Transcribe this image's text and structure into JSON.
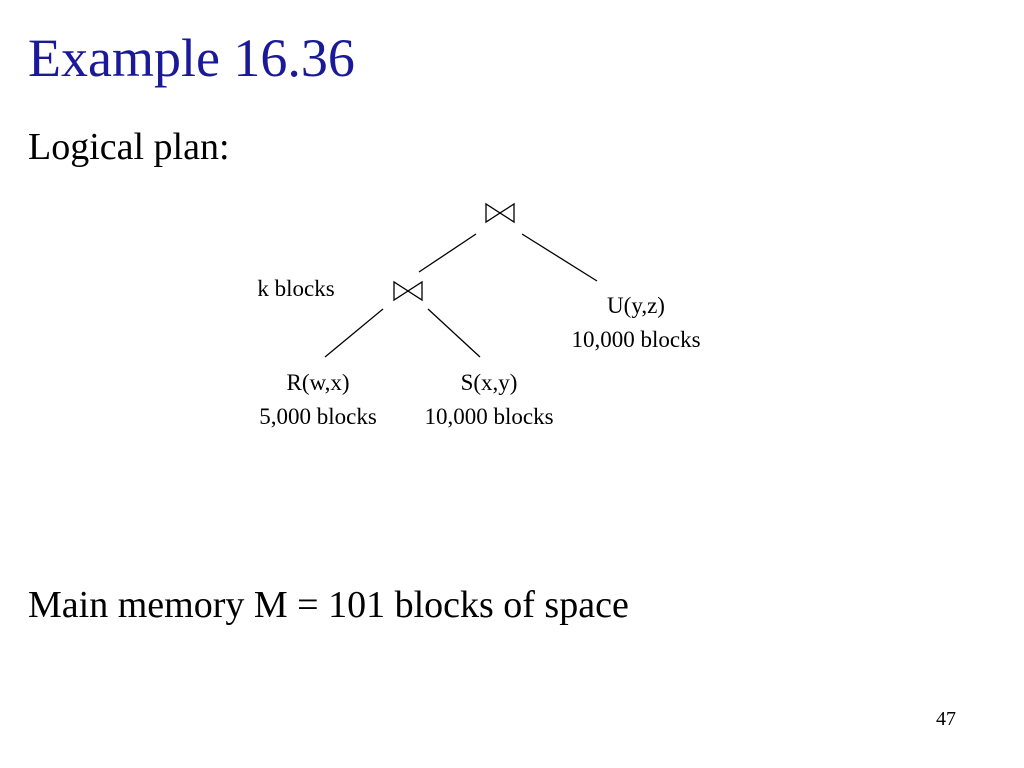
{
  "slide": {
    "title": "Example 16.36",
    "subheading": "Logical plan:",
    "memory_line": "Main memory M = 101 blocks of space",
    "page_number": "47",
    "title_color": "#1a1a99"
  },
  "plan": {
    "root_join": {
      "symbol": "⋈"
    },
    "inner_join": {
      "symbol": "⋈",
      "size_label": "k blocks"
    },
    "relations": {
      "r": {
        "name": "R(w,x)",
        "size": "5,000 blocks"
      },
      "s": {
        "name": "S(x,y)",
        "size": "10,000 blocks"
      },
      "u": {
        "name": "U(y,z)",
        "size": "10,000 blocks"
      }
    }
  }
}
